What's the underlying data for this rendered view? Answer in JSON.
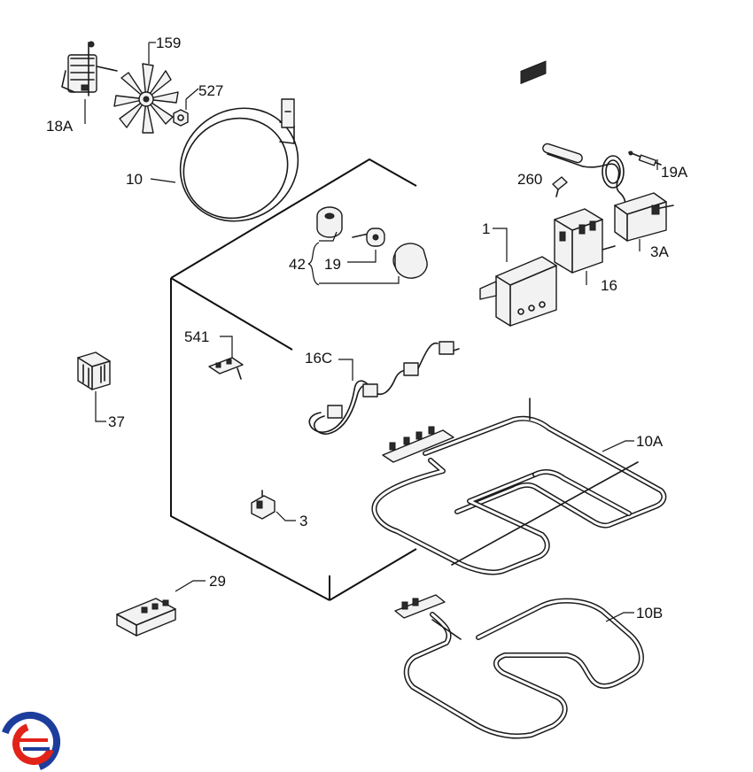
{
  "labels": {
    "p159": "159",
    "p527": "527",
    "p18a": "18A",
    "p10": "10",
    "p19a": "19A",
    "p260": "260",
    "p1": "1",
    "p3a": "3A",
    "p16": "16",
    "p42": "42",
    "p19": "19",
    "p541": "541",
    "p16c": "16C",
    "p10a": "10A",
    "p37": "37",
    "p3": "3",
    "p29": "29",
    "p10b": "10B"
  },
  "colors": {
    "line": "#1a1a1a",
    "logo_red": "#e2231a",
    "logo_blue": "#1d3d9c"
  },
  "icons": {
    "logo": "brand-logo"
  }
}
